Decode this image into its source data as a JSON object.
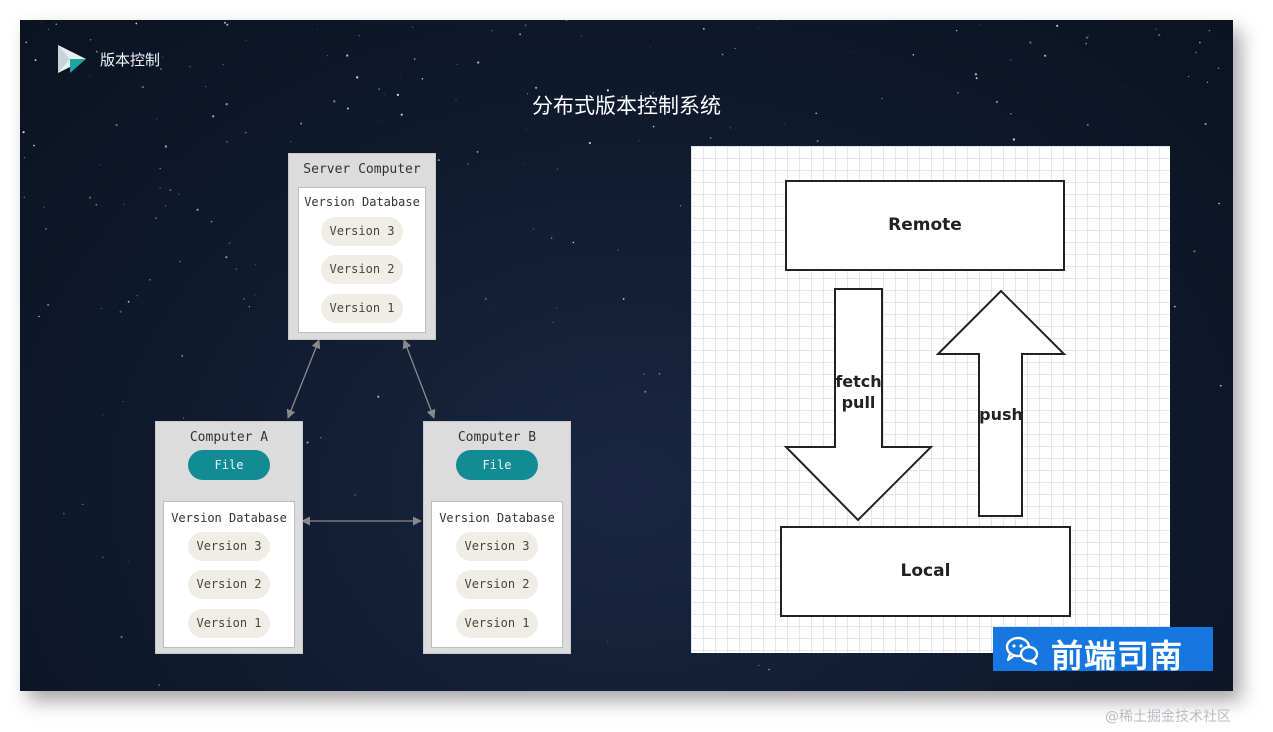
{
  "header": {
    "title": "版本控制"
  },
  "slide": {
    "title": "分布式版本控制系统"
  },
  "server": {
    "title": "Server Computer",
    "db_title": "Version Database",
    "versions": [
      "Version 3",
      "Version 2",
      "Version 1"
    ]
  },
  "computer_a": {
    "title": "Computer A",
    "file": "File",
    "db_title": "Version Database",
    "versions": [
      "Version 3",
      "Version 2",
      "Version 1"
    ]
  },
  "computer_b": {
    "title": "Computer B",
    "file": "File",
    "db_title": "Version Database",
    "versions": [
      "Version 3",
      "Version 2",
      "Version 1"
    ]
  },
  "flow": {
    "remote": "Remote",
    "local": "Local",
    "fetch": "fetch",
    "pull": "pull",
    "push": "push"
  },
  "badge": {
    "text": "前端司南",
    "icon": "chat-bubbles-icon"
  },
  "watermark": "@稀土掘金技术社区",
  "colors": {
    "slide_bg": "#0f1a2e",
    "file_pill": "#138b95",
    "badge_bg": "#1677e0"
  }
}
